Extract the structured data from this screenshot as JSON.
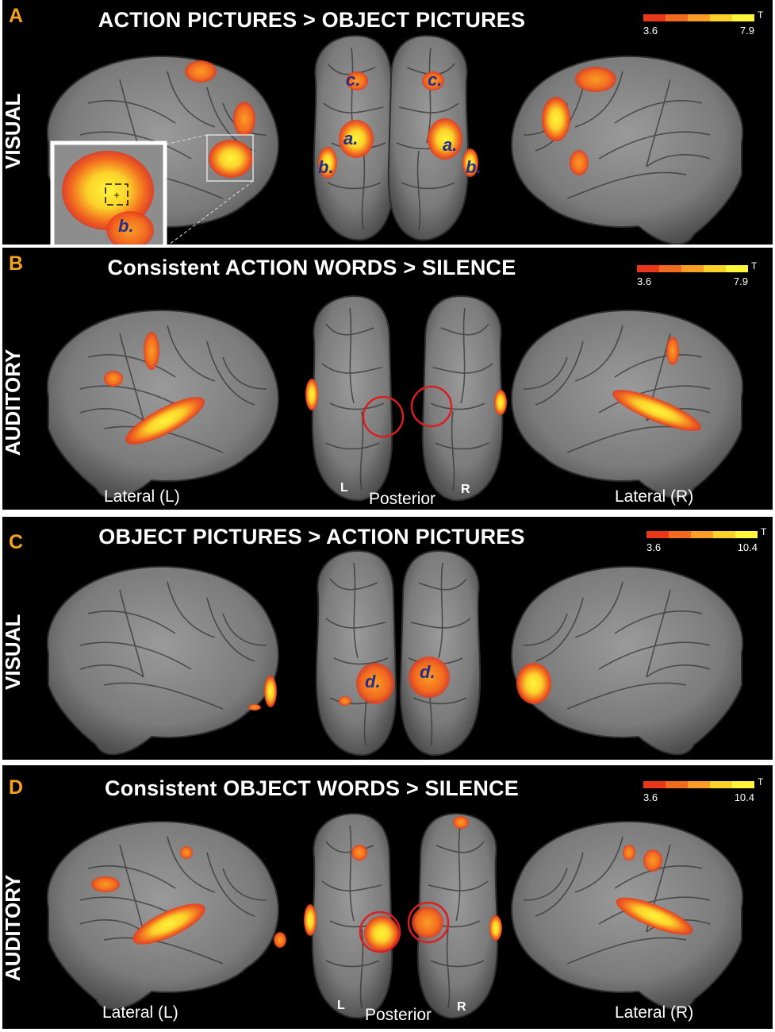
{
  "colorbar": {
    "colors": [
      "#e8371a",
      "#f26a1f",
      "#fa9d26",
      "#fbd22a",
      "#fff53a"
    ],
    "unit": "T"
  },
  "panels": [
    {
      "letter": "A",
      "title": "ACTION PICTURES > OBJECT PICTURES",
      "modality": "VISUAL",
      "min": "3.6",
      "max": "7.9"
    },
    {
      "letter": "B",
      "title": "Consistent ACTION WORDS > SILENCE",
      "modality": "AUDITORY",
      "min": "3.6",
      "max": "7.9",
      "views": {
        "left": "Lateral (L)",
        "center": "Posterior",
        "right": "Lateral (R)",
        "l": "L",
        "r": "R"
      }
    },
    {
      "letter": "C",
      "title": "OBJECT PICTURES > ACTION PICTURES",
      "modality": "VISUAL",
      "min": "3.6",
      "max": "10.4"
    },
    {
      "letter": "D",
      "title": "Consistent OBJECT WORDS > SILENCE",
      "modality": "AUDITORY",
      "min": "3.6",
      "max": "10.4",
      "views": {
        "left": "Lateral (L)",
        "center": "Posterior",
        "right": "Lateral (R)",
        "l": "L",
        "r": "R"
      }
    }
  ],
  "roi_labels": {
    "a": "a.",
    "b": "b.",
    "c": "c.",
    "d": "d."
  }
}
